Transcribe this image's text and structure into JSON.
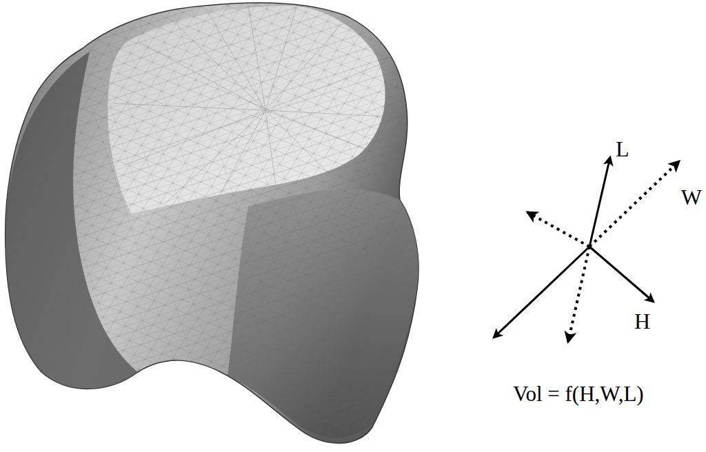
{
  "diagram": {
    "labels": [
      "L",
      "W",
      "H",
      "Vol = f(H,W,L)"
    ]
  }
}
